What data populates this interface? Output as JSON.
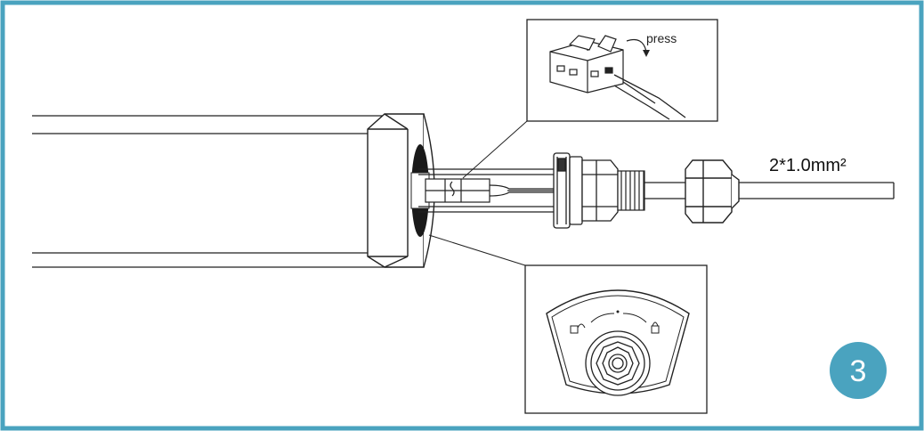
{
  "annotations": {
    "press": "press",
    "cable_spec": "2*1.0mm²"
  },
  "step_badge": {
    "number": "3"
  },
  "colors": {
    "frame": "#4aa3bf",
    "badge": "#4aa3bf",
    "line": "#222222"
  }
}
